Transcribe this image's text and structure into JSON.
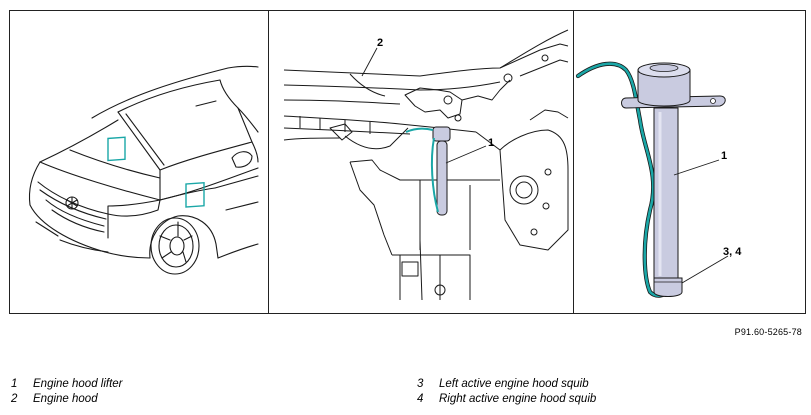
{
  "figure": {
    "reference_code": "P91.60-5265-78",
    "callouts": {
      "panel2_hood": "2",
      "panel2_lifter": "1",
      "panel3_lifter": "1",
      "panel3_squib": "3, 4"
    },
    "colors": {
      "line": "#1a1a1a",
      "highlight": "#1aa7a7",
      "component": "#c9cbe0",
      "component_dark": "#9ea1c4"
    }
  },
  "legend": {
    "left": [
      {
        "num": "1",
        "label": "Engine hood lifter"
      },
      {
        "num": "2",
        "label": "Engine hood"
      }
    ],
    "right": [
      {
        "num": "3",
        "label": "Left active engine hood squib"
      },
      {
        "num": "4",
        "label": "Right active engine hood squib"
      }
    ]
  }
}
